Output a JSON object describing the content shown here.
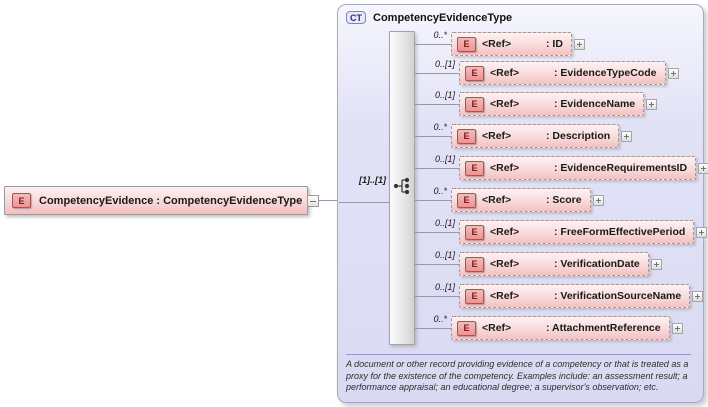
{
  "root_element": {
    "badge": "E",
    "label": "CompetencyEvidence : CompetencyEvidenceType"
  },
  "panel": {
    "badge": "CT",
    "title": "CompetencyEvidenceType",
    "compositor": {
      "cardinality": "[1]..[1]",
      "icon": "sequence-icon"
    },
    "children": [
      {
        "badge": "E",
        "cardinality": "0..*",
        "ref_label": "<Ref>",
        "type_label": ": ID",
        "expand_icon": "plus-icon"
      },
      {
        "badge": "E",
        "cardinality": "0..[1]",
        "ref_label": "<Ref>",
        "type_label": ": EvidenceTypeCode",
        "expand_icon": "plus-icon"
      },
      {
        "badge": "E",
        "cardinality": "0..[1]",
        "ref_label": "<Ref>",
        "type_label": ": EvidenceName",
        "expand_icon": "plus-icon"
      },
      {
        "badge": "E",
        "cardinality": "0..*",
        "ref_label": "<Ref>",
        "type_label": ": Description",
        "expand_icon": "plus-icon"
      },
      {
        "badge": "E",
        "cardinality": "0..[1]",
        "ref_label": "<Ref>",
        "type_label": ": EvidenceRequirementsID",
        "expand_icon": "plus-icon"
      },
      {
        "badge": "E",
        "cardinality": "0..*",
        "ref_label": "<Ref>",
        "type_label": ": Score",
        "expand_icon": "plus-icon"
      },
      {
        "badge": "E",
        "cardinality": "0..[1]",
        "ref_label": "<Ref>",
        "type_label": ": FreeFormEffectivePeriod",
        "expand_icon": "plus-icon"
      },
      {
        "badge": "E",
        "cardinality": "0..[1]",
        "ref_label": "<Ref>",
        "type_label": ": VerificationDate",
        "expand_icon": "plus-icon"
      },
      {
        "badge": "E",
        "cardinality": "0..[1]",
        "ref_label": "<Ref>",
        "type_label": ": VerificationSourceName",
        "expand_icon": "plus-icon"
      },
      {
        "badge": "E",
        "cardinality": "0..*",
        "ref_label": "<Ref>",
        "type_label": ": AttachmentReference",
        "expand_icon": "plus-icon"
      }
    ],
    "annotation": "A document or other record providing evidence of a competency or that is treated as a proxy for the existence of the competency. Examples include: an assessment result; a performance appraisal; an educational degree; a supervisor's observation; etc."
  },
  "connector": {
    "collapse_icon": "minus-icon"
  },
  "colors": {
    "element_fill_top": "#fdf1f1",
    "element_fill_bottom": "#f3bdbd",
    "badge_border": "#9b5a5a",
    "badge_text": "#7c1a1a",
    "panel_fill": "#dedef6",
    "panel_border": "#a9a9c4",
    "ct_badge_text": "#2c2c86",
    "connector_line": "#9797a8"
  }
}
